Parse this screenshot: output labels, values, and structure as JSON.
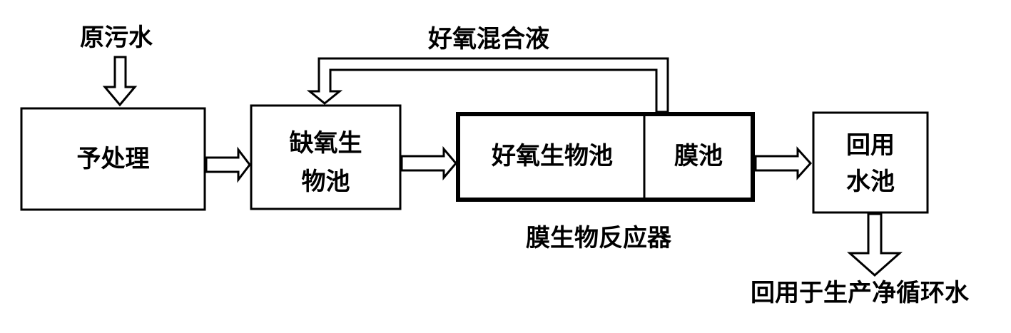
{
  "diagram": {
    "inputs": {
      "raw_sewage": "原污水"
    },
    "recycle": {
      "label": "好氧混合液"
    },
    "nodes": {
      "pretreatment": "予处理",
      "anoxic_line1": "缺氧生",
      "anoxic_line2": "物池",
      "aerobic": "好氧生物池",
      "membrane": "膜池",
      "reuse_line1": "回用",
      "reuse_line2": "水池"
    },
    "mbr_caption": "膜生物反应器",
    "output": {
      "label": "回用于生产净循环水"
    }
  }
}
